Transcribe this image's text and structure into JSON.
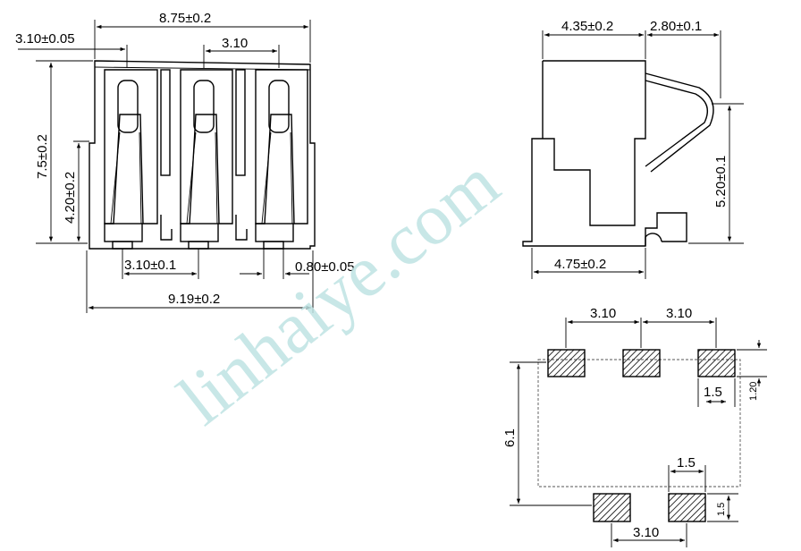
{
  "front_view": {
    "dim_top_width": "8.75±0.2",
    "dim_edge_pitch": "3.10±0.05",
    "dim_pitch_top": "3.10",
    "dim_height": "7.5±0.2",
    "dim_inner_height": "4.20±0.2",
    "dim_pitch_bottom": "3.10±0.1",
    "dim_lead_width": "0.80±0.05",
    "dim_base_width": "9.19±0.2"
  },
  "side_view": {
    "dim_body_depth": "4.35±0.2",
    "dim_spring_reach": "2.80±0.1",
    "dim_spring_height": "5.20±0.1",
    "dim_base_depth": "4.75±0.2"
  },
  "footprint": {
    "dim_top_pitch_1": "3.10",
    "dim_top_pitch_2": "3.10",
    "dim_pad_height_top": "1.20",
    "dim_pad_width_top": "1.5",
    "dim_row_spacing": "6.1",
    "dim_pad_width_bottom": "1.5",
    "dim_pad_height_bottom": "1.5",
    "dim_bottom_pitch": "3.10"
  },
  "watermark": "linhaiye.com",
  "colors": {
    "line": "#000000",
    "watermark": "#bfe3e3"
  }
}
